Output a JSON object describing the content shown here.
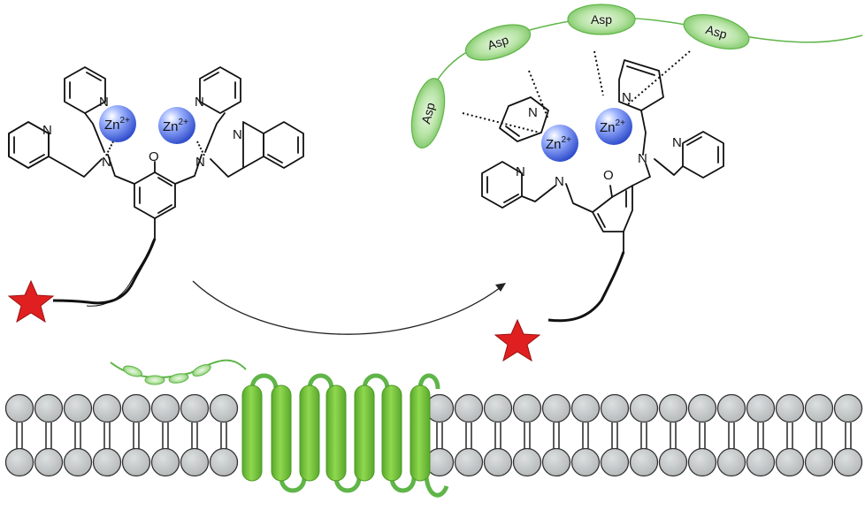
{
  "left_complex": {
    "zinc_left": "Zn",
    "zinc_left_charge": "2+",
    "zinc_right": "Zn",
    "zinc_right_charge": "2+",
    "oxygen": "O",
    "n_ring_top_left": "N",
    "n_ring_top_right": "N",
    "n_ring_side_left": "N",
    "n_ring_side_right": "N",
    "n_amine_left": "N",
    "n_amine_right": "N"
  },
  "right_complex": {
    "zinc_left": "Zn",
    "zinc_left_charge": "2+",
    "zinc_right": "Zn",
    "zinc_right_charge": "2+",
    "oxygen": "O",
    "n_ring_top_left": "N",
    "n_ring_top_right": "N",
    "n_ring_side_left": "N",
    "n_ring_side_right": "N",
    "n_amine_left": "N",
    "n_amine_right": "N"
  },
  "peptide": {
    "residues": [
      "Asp",
      "Asp",
      "Asp",
      "Asp"
    ]
  },
  "colors": {
    "zinc": "#3a5fd9",
    "star": "#e02020",
    "receptor": "#7ac943",
    "asp_fill": "#8fd27a",
    "lipid": "#c8cbcc"
  }
}
